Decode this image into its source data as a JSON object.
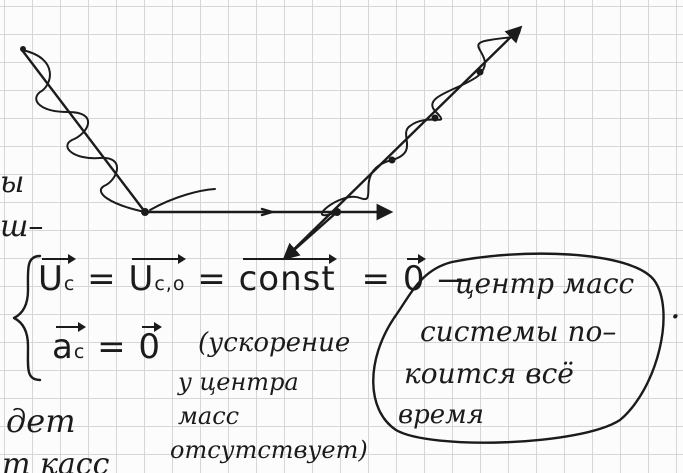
{
  "margin_fragments": {
    "top_left": "ы",
    "mid_left": "ш–",
    "bottom_left_1": "дет",
    "bottom_left_2": "т касс"
  },
  "equations": {
    "velocity": {
      "lhs": "U",
      "lhs_sub": "c",
      "equals_1": "=",
      "mid": "U",
      "mid_sub": "c,o",
      "equals_2": "=",
      "const": "const",
      "equals_3": "=",
      "zero": "0",
      "dash": "—"
    },
    "acceleration": {
      "lhs": "a",
      "lhs_sub": "c",
      "equals": "=",
      "zero": "0"
    }
  },
  "notes": {
    "acceleration_note": {
      "line_1": "(ускорение",
      "line_2": "у центра",
      "line_3": "масс",
      "line_4": "отсутствует)"
    },
    "circled_note": {
      "line_1": "центр масс",
      "line_2": "системы по–",
      "line_3": "коится всё",
      "line_4": "время"
    },
    "trailing_mark": "·"
  },
  "colors": {
    "ink": "#1b1b1b",
    "grid": "#d6d6d6",
    "paper": "#fcfcfc"
  }
}
